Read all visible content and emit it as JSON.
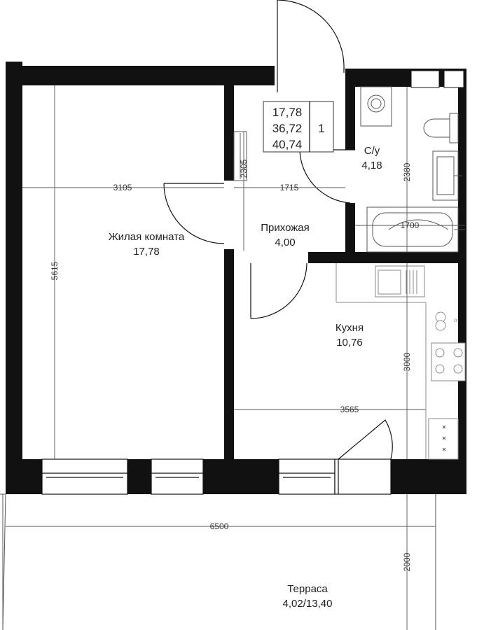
{
  "summary": {
    "living_area": "17,78",
    "useful_area": "36,72",
    "total_area": "40,74",
    "rooms_count": "1"
  },
  "rooms": {
    "living": {
      "name": "Жилая комната",
      "area": "17,78"
    },
    "hall": {
      "name": "Прихожая",
      "area": "4,00"
    },
    "bathroom": {
      "name": "С/у",
      "area": "4,18"
    },
    "kitchen": {
      "name": "Кухня",
      "area": "10,76"
    },
    "terrace": {
      "name": "Терраса",
      "area": "4,02/13,40"
    }
  },
  "dimensions": {
    "living_width": "3105",
    "hall_width": "1715",
    "hall_small": "2305",
    "living_depth": "5615",
    "bath_depth": "2380",
    "bath_tub": "1700",
    "kitchen_depth": "3000",
    "kitchen_width": "3565",
    "terrace_width": "6500",
    "terrace_depth": "2000"
  },
  "colors": {
    "wall": "#111111",
    "line": "#555555",
    "background": "#ffffff"
  }
}
